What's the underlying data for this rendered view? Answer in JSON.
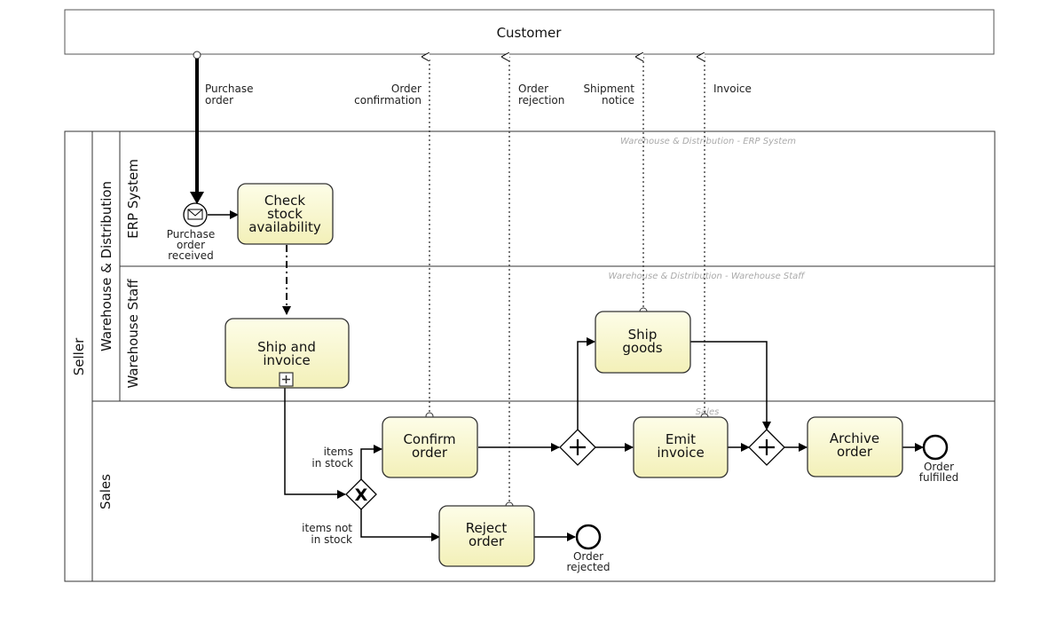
{
  "diagram": {
    "pools": {
      "customer": "Customer",
      "seller": "Seller"
    },
    "lanes": {
      "warehouse_distribution": "Warehouse & Distribution",
      "erp_system": "ERP System",
      "warehouse_staff": "Warehouse Staff",
      "sales": "Sales"
    },
    "watermarks": {
      "erp": "Warehouse & Distribution - ERP System",
      "staff": "Warehouse & Distribution - Warehouse Staff",
      "sales": "Sales"
    },
    "tasks": {
      "check_stock": [
        "Check",
        "stock",
        "availability"
      ],
      "ship_invoice": [
        "Ship and",
        "invoice"
      ],
      "ship_goods": [
        "Ship",
        "goods"
      ],
      "confirm_order": [
        "Confirm",
        "order"
      ],
      "emit_invoice": [
        "Emit",
        "invoice"
      ],
      "archive_order": [
        "Archive",
        "order"
      ],
      "reject_order": [
        "Reject",
        "order"
      ]
    },
    "events": {
      "start": [
        "Purchase",
        "order",
        "received"
      ],
      "end_fulfilled": [
        "Order",
        "fulfilled"
      ],
      "end_rejected": [
        "Order",
        "rejected"
      ]
    },
    "messages": {
      "purchase_order": [
        "Purchase",
        "order"
      ],
      "order_confirmation": [
        "Order",
        "confirmation"
      ],
      "order_rejection": [
        "Order",
        "rejection"
      ],
      "shipment_notice": [
        "Shipment",
        "notice"
      ],
      "invoice": "Invoice"
    },
    "conditions": {
      "in_stock": [
        "items",
        "in stock"
      ],
      "not_in_stock": [
        "items not",
        "in stock"
      ]
    },
    "gateways": {
      "xor_marker": "X",
      "and_marker": "+"
    },
    "colors": {
      "task_fill": "#fafad2",
      "task_stroke": "#333333",
      "line": "#000000",
      "watermark": "#aaaaaa"
    }
  }
}
